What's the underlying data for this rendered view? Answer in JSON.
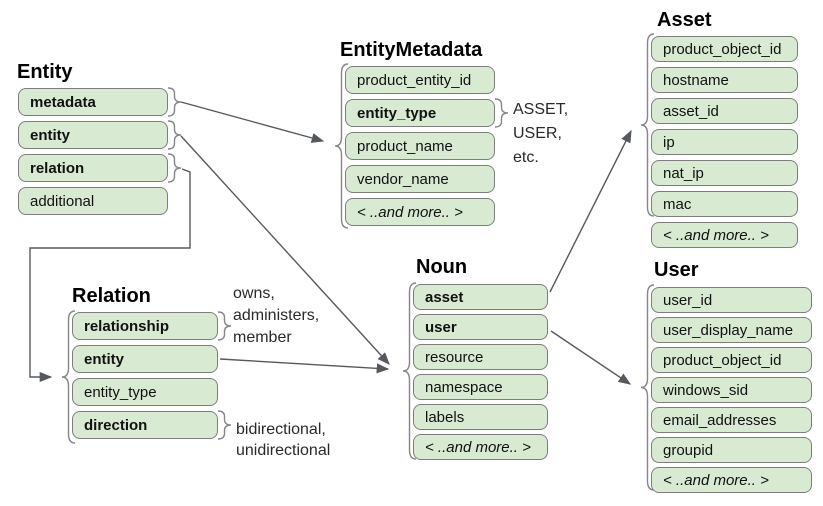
{
  "background": "#ffffff",
  "colors": {
    "row_fill": "#d9ead3",
    "row_border": "#7d7d7d",
    "brace": "#848688",
    "arrow": "#55595e"
  },
  "boxes": [
    {
      "id": "entity",
      "title": "Entity",
      "fields": [
        {
          "label": "metadata",
          "bold": true
        },
        {
          "label": "entity",
          "bold": true
        },
        {
          "label": "relation",
          "bold": true
        },
        {
          "label": "additional",
          "bold": false
        }
      ]
    },
    {
      "id": "entity_metadata",
      "title": "EntityMetadata",
      "fields": [
        {
          "label": "product_entity_id",
          "bold": false
        },
        {
          "label": "entity_type",
          "bold": true
        },
        {
          "label": "product_name",
          "bold": false
        },
        {
          "label": "vendor_name",
          "bold": false
        },
        {
          "label": "< ..and more.. >",
          "bold": false,
          "italic": true
        }
      ]
    },
    {
      "id": "asset",
      "title": "Asset",
      "fields": [
        {
          "label": "product_object_id",
          "bold": false
        },
        {
          "label": "hostname",
          "bold": false
        },
        {
          "label": "asset_id",
          "bold": false
        },
        {
          "label": "ip",
          "bold": false
        },
        {
          "label": "nat_ip",
          "bold": false
        },
        {
          "label": "mac",
          "bold": false
        },
        {
          "label": "< ..and more.. >",
          "bold": false,
          "italic": true
        }
      ]
    },
    {
      "id": "relation",
      "title": "Relation",
      "fields": [
        {
          "label": "relationship",
          "bold": true
        },
        {
          "label": "entity",
          "bold": true
        },
        {
          "label": "entity_type",
          "bold": false
        },
        {
          "label": "direction",
          "bold": true
        }
      ]
    },
    {
      "id": "noun",
      "title": "Noun",
      "fields": [
        {
          "label": "asset",
          "bold": true
        },
        {
          "label": "user",
          "bold": true
        },
        {
          "label": "resource",
          "bold": false
        },
        {
          "label": "namespace",
          "bold": false
        },
        {
          "label": "labels",
          "bold": false
        },
        {
          "label": "< ..and more.. >",
          "bold": false,
          "italic": true
        }
      ]
    },
    {
      "id": "user",
      "title": "User",
      "fields": [
        {
          "label": "user_id",
          "bold": false
        },
        {
          "label": "user_display_name",
          "bold": false
        },
        {
          "label": "product_object_id",
          "bold": false
        },
        {
          "label": "windows_sid",
          "bold": false
        },
        {
          "label": "email_addresses",
          "bold": false
        },
        {
          "label": "groupid",
          "bold": false
        },
        {
          "label": "< ..and more.. >",
          "bold": false,
          "italic": true
        }
      ]
    }
  ],
  "annotations": [
    {
      "id": "entity-type-values",
      "lines": [
        "ASSET,",
        "USER,",
        "etc."
      ]
    },
    {
      "id": "relationship-values",
      "lines": [
        "owns,",
        "administers,",
        "member"
      ]
    },
    {
      "id": "direction-values",
      "lines": [
        "bidirectional,",
        "unidirectional"
      ]
    }
  ]
}
